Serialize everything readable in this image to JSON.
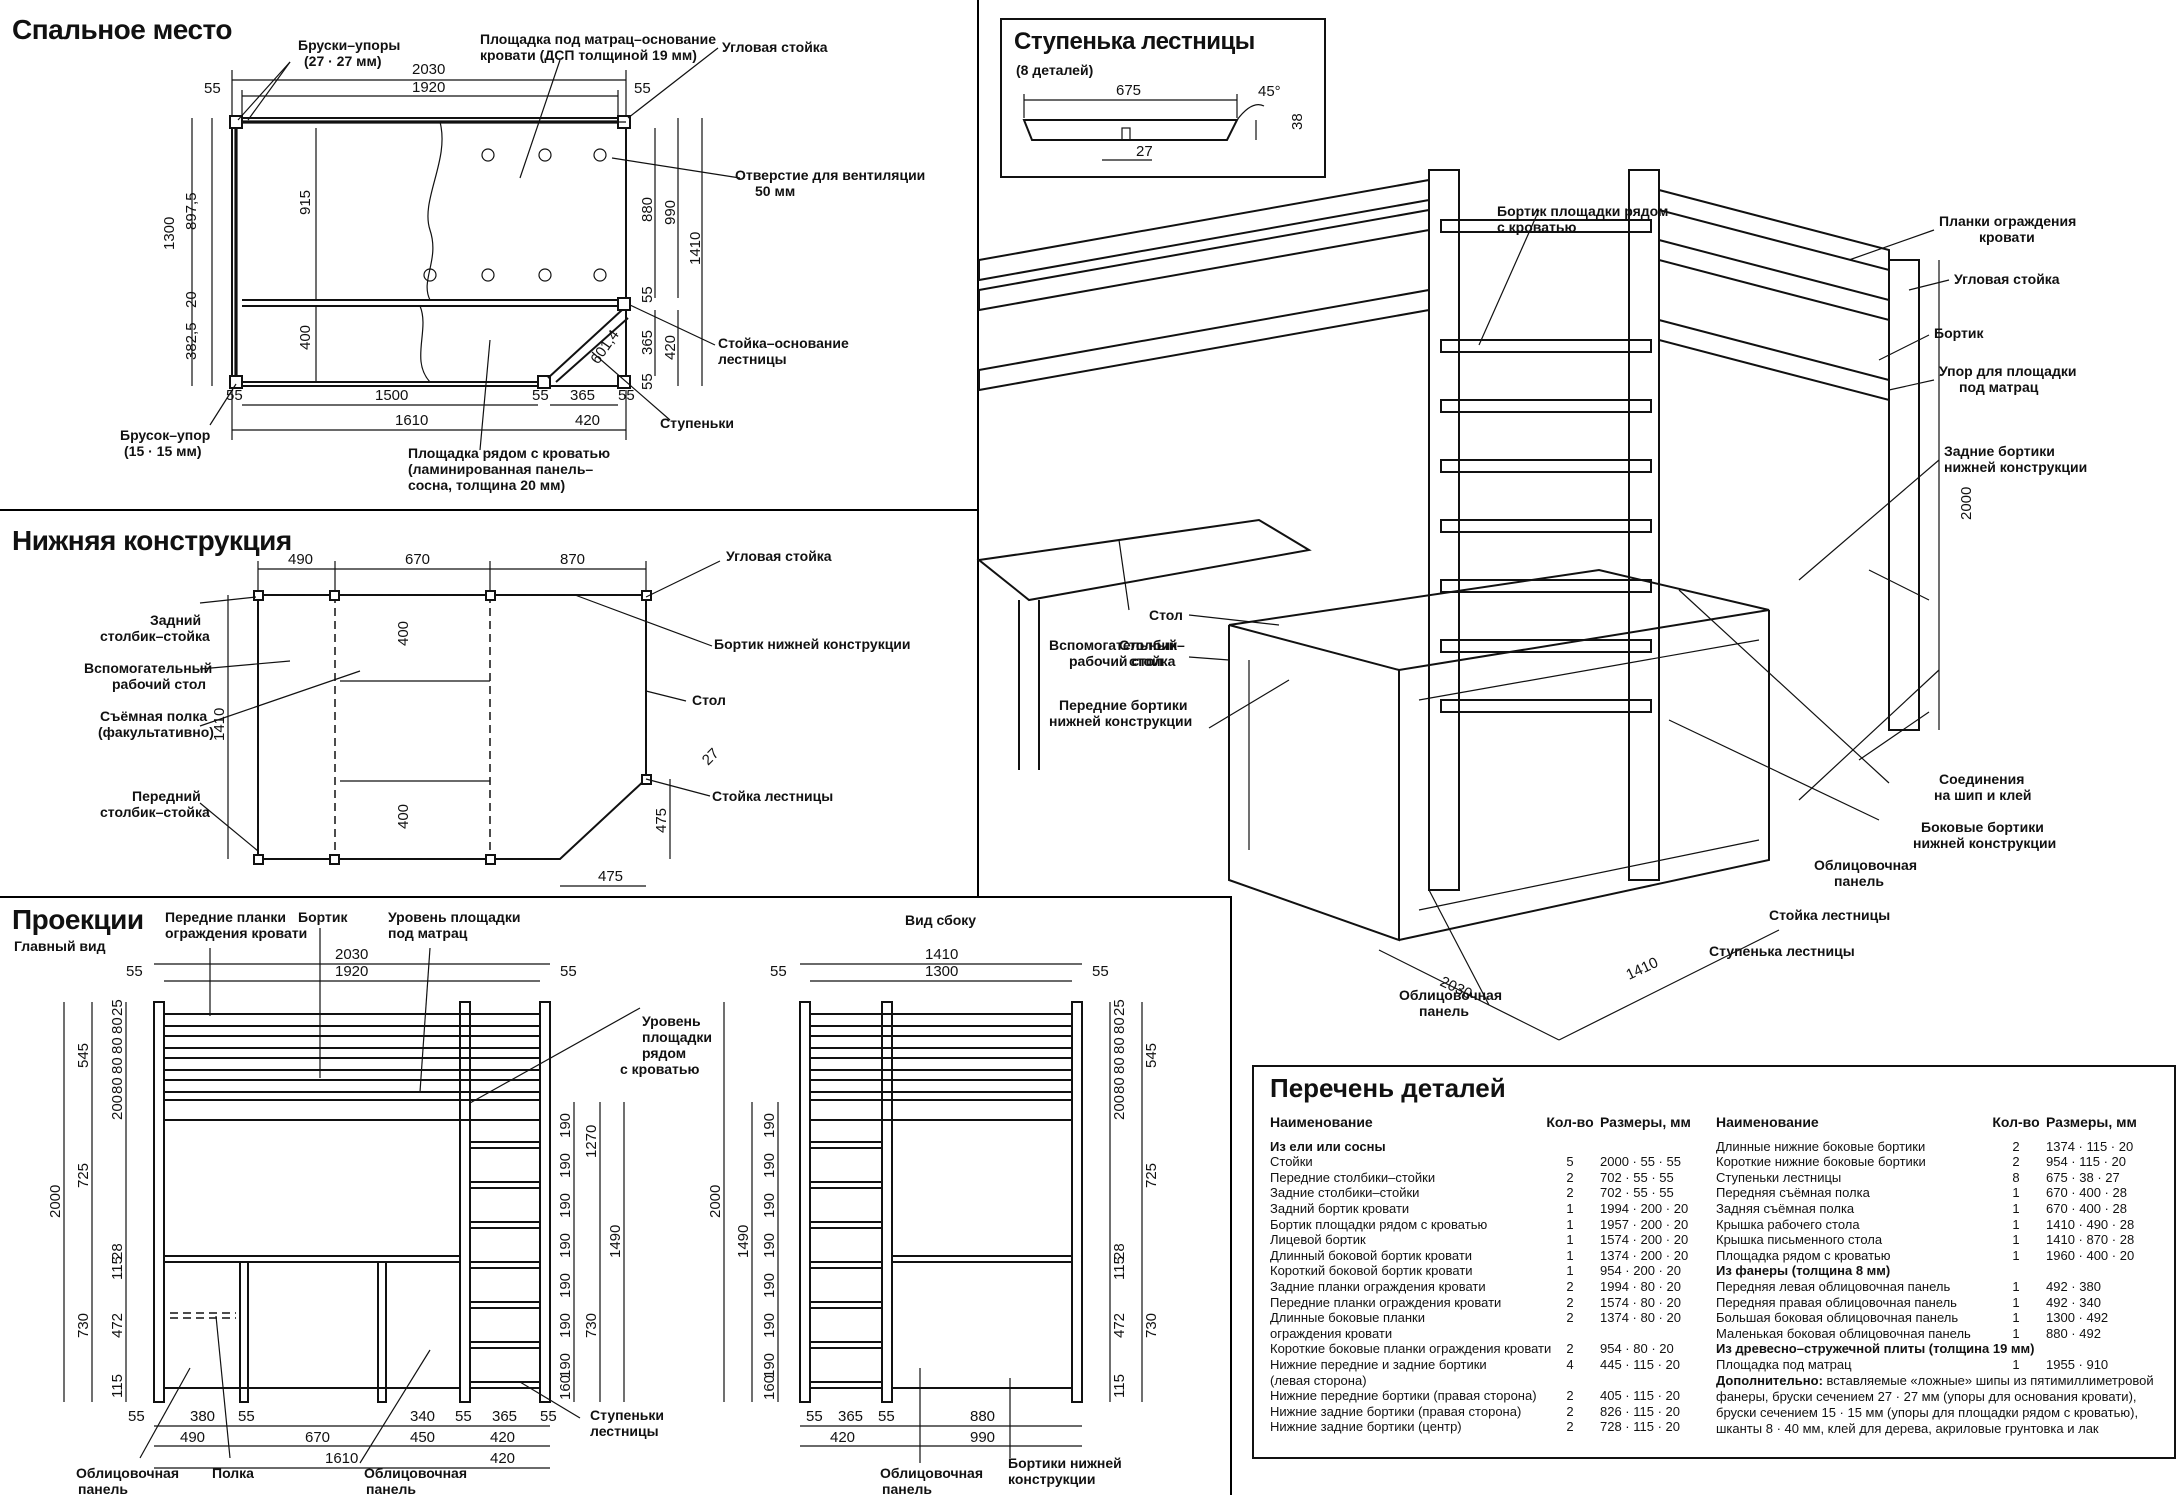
{
  "sleeping": {
    "title": "Спальное место",
    "labels": {
      "bars": "Бруски–упоры",
      "bars_size": "(27 · 27 мм)",
      "mattress": "Площадка под матрац–основание",
      "mattress2": "кровати (ДСП толщиной 19 мм)",
      "corner": "Угловая стойка",
      "vent": "Отверстие для вентиляции",
      "vent2": "50 мм",
      "ladder_base": "Стойка–основание",
      "ladder_base2": "лестницы",
      "steps": "Ступеньки",
      "bar_stop": "Брусок–упор",
      "bar_stop2": "(15 · 15 мм)",
      "platform": "Площадка рядом с кроватью",
      "platform2": "(ламинированная панель–",
      "platform3": "сосна, толщина 20 мм)"
    },
    "dims": {
      "d2030": "2030",
      "d1920": "1920",
      "d55a": "55",
      "d55b": "55",
      "d1500": "1500",
      "d1610": "1610",
      "d420": "420",
      "d365": "365",
      "d55c": "55",
      "d55d": "55",
      "d55e": "55",
      "d55f": "55",
      "d897": "897,5",
      "d20": "20",
      "d382": "382,5",
      "d1300": "1300",
      "d915": "915",
      "d400": "400",
      "d880": "880",
      "d990": "990",
      "d1410": "1410",
      "d365v": "365",
      "d420v": "420",
      "d601": "601,4",
      "d55v": "55",
      "d55v2": "55"
    }
  },
  "lower": {
    "title": "Нижняя конструкция",
    "labels": {
      "rear_post": "Задний",
      "rear_post2": "столбик–стойка",
      "aux_desk": "Вспомогательный",
      "aux_desk2": "рабочий стол",
      "shelf": "Съёмная полка",
      "shelf2": "(факультативно)",
      "front_post": "Передний",
      "front_post2": "столбик–стойка",
      "corner": "Угловая стойка",
      "side": "Бортик нижней конструкции",
      "table": "Стол",
      "ladder_post": "Стойка лестницы"
    },
    "dims": {
      "d490": "490",
      "d670": "670",
      "d870": "870",
      "d1410": "1410",
      "d400a": "400",
      "d400b": "400",
      "d27": "27",
      "d475a": "475",
      "d475b": "475"
    }
  },
  "step": {
    "title": "Ступенька лестницы",
    "subtitle": "(8 деталей)",
    "dims": {
      "d675": "675",
      "d45": "45°",
      "d38": "38",
      "d27": "27"
    }
  },
  "iso": {
    "labels": {
      "bed_side": "Бортик площадки рядом",
      "bed_side2": "с кроватью",
      "rails": "Планки ограждения",
      "rails2": "кровати",
      "corner": "Угловая стойка",
      "side": "Бортик",
      "stop": "Упор для площадки",
      "stop2": "под матрац",
      "rear_sides": "Задние бортики",
      "rear_sides2": "нижней конструкции",
      "aux": "Вспомогательный",
      "aux2": "рабочий стол",
      "table": "Стол",
      "post": "Столбик–",
      "post2": "стойка",
      "front": "Передние бортики",
      "front2": "нижней конструкции",
      "joint": "Соединения",
      "joint2": "на шип и клей",
      "side_lower": "Боковые бортики",
      "side_lower2": "нижней конструкции",
      "facing": "Облицовочная",
      "facing2": "панель",
      "ladder_post": "Стойка лестницы",
      "ladder_step": "Ступенька лестницы",
      "facing_b": "Облицовочная",
      "facing_b2": "панель"
    },
    "dims": {
      "d2000": "2000",
      "d2030": "2030",
      "d1410": "1410"
    }
  },
  "proj": {
    "title": "Проекции",
    "main_view": "Главный вид",
    "side_view": "Вид сбоку",
    "labels": {
      "front_rails": "Передние планки",
      "front_rails2": "ограждения кровати",
      "side": "Бортик",
      "level": "Уровень площадки",
      "level2": "под матрац",
      "level_b": "Уровень",
      "level_b2": "площадки",
      "level_b3": "рядом",
      "level_b4": "с кроватью",
      "facing": "Облицовочная",
      "facing2": "панель",
      "shelf": "Полка",
      "facing_b": "Облицовочная",
      "facing_b2": "панель",
      "steps": "Ступеньки",
      "steps2": "лестницы",
      "facing_c": "Облицовочная",
      "facing_c2": "панель",
      "lower_side": "Бортики нижней",
      "lower_side2": "конструкции"
    },
    "main_dims": {
      "d2030": "2030",
      "d1920": "1920",
      "d55a": "55",
      "d55b": "55",
      "d25": "25",
      "d545": "545",
      "d80a": "80",
      "d80b": "80",
      "d80c": "80",
      "d80d": "80",
      "d200": "200",
      "d725": "725",
      "d2000": "2000",
      "d28": "28",
      "d115a": "115",
      "d472": "472",
      "d730": "730",
      "d115b": "115",
      "d190a": "190",
      "d190b": "190",
      "d190c": "190",
      "d190d": "190",
      "d190e": "190",
      "d190f": "190",
      "d190g": "190",
      "d160": "160",
      "d1270": "1270",
      "d1490": "1490",
      "d730b": "730",
      "d380": "380",
      "d55c": "55",
      "d55d": "55",
      "d340": "340",
      "d55e": "55",
      "d365": "365",
      "d55f": "55",
      "d490": "490",
      "d670": "670",
      "d450": "450",
      "d420": "420",
      "d1610": "1610",
      "d420b": "420"
    },
    "side_dims": {
      "d1410": "1410",
      "d1300": "1300",
      "d55a": "55",
      "d55b": "55",
      "d25": "25",
      "d545": "545",
      "d80a": "80",
      "d80b": "80",
      "d80c": "80",
      "d80d": "80",
      "d200": "200",
      "d725": "725",
      "d28": "28",
      "d115a": "115",
      "d472": "472",
      "d730": "730",
      "d115b": "115",
      "d2000": "2000",
      "d1490": "1490",
      "d190a": "190",
      "d190b": "190",
      "d190c": "190",
      "d190d": "190",
      "d190e": "190",
      "d190f": "190",
      "d190g": "190",
      "d160": "160",
      "d55c": "55",
      "d365": "365",
      "d55d": "55",
      "d880": "880",
      "d420": "420",
      "d990": "990"
    }
  },
  "parts": {
    "title": "Перечень деталей",
    "headers": {
      "name": "Наименование",
      "qty": "Кол-во",
      "size": "Размеры, мм"
    },
    "left": [
      {
        "name": "Из ели или сосны",
        "qty": "",
        "size": "",
        "section": true
      },
      {
        "name": "Стойки",
        "qty": "5",
        "size": "2000 · 55 · 55"
      },
      {
        "name": "Передние столбики–стойки",
        "qty": "2",
        "size": "702 · 55 · 55"
      },
      {
        "name": "Задние столбики–стойки",
        "qty": "2",
        "size": "702 · 55 · 55"
      },
      {
        "name": "Задний бортик кровати",
        "qty": "1",
        "size": "1994 · 200 · 20"
      },
      {
        "name": "Бортик площадки рядом с кроватью",
        "qty": "1",
        "size": "1957 · 200 · 20"
      },
      {
        "name": "Лицевой бортик",
        "qty": "1",
        "size": "1574 · 200 · 20"
      },
      {
        "name": "Длинный боковой бортик кровати",
        "qty": "1",
        "size": "1374 · 200 · 20"
      },
      {
        "name": "Короткий боковой бортик кровати",
        "qty": "1",
        "size": "954 · 200 · 20"
      },
      {
        "name": "Задние планки ограждения кровати",
        "qty": "2",
        "size": "1994 · 80 · 20"
      },
      {
        "name": "Передние планки ограждения кровати",
        "qty": "2",
        "size": "1574 · 80 · 20"
      },
      {
        "name": "Длинные боковые планки",
        "qty": "2",
        "size": "1374 · 80 · 20"
      },
      {
        "name": "ограждения кровати",
        "qty": "",
        "size": ""
      },
      {
        "name": "Короткие боковые планки ограждения кровати",
        "qty": "2",
        "size": "954 · 80 · 20"
      },
      {
        "name": "Нижние передние и задние бортики",
        "qty": "4",
        "size": "445 · 115 · 20"
      },
      {
        "name": "(левая сторона)",
        "qty": "",
        "size": ""
      },
      {
        "name": "Нижние передние бортики (правая сторона)",
        "qty": "2",
        "size": "405 · 115 · 20"
      },
      {
        "name": "Нижние задние бортики (правая сторона)",
        "qty": "2",
        "size": "826 · 115 · 20"
      },
      {
        "name": "Нижние задние бортики (центр)",
        "qty": "2",
        "size": "728 · 115 · 20"
      }
    ],
    "right": [
      {
        "name": "Длинные нижние боковые бортики",
        "qty": "2",
        "size": "1374 · 115 · 20"
      },
      {
        "name": "Короткие нижние боковые бортики",
        "qty": "2",
        "size": "954 · 115 · 20"
      },
      {
        "name": "Ступеньки лестницы",
        "qty": "8",
        "size": "675 · 38 · 27"
      },
      {
        "name": "Передняя съёмная полка",
        "qty": "1",
        "size": "670 · 400 · 28"
      },
      {
        "name": "Задняя съёмная полка",
        "qty": "1",
        "size": "670 · 400 · 28"
      },
      {
        "name": "Крышка рабочего стола",
        "qty": "1",
        "size": "1410 · 490 · 28"
      },
      {
        "name": "Крышка письменного стола",
        "qty": "1",
        "size": "1410 · 870 · 28"
      },
      {
        "name": "Площадка рядом с кроватью",
        "qty": "1",
        "size": "1960 · 400 · 20"
      },
      {
        "name": "Из фанеры (толщина 8 мм)",
        "qty": "",
        "size": "",
        "section": true
      },
      {
        "name": "Передняя левая облицовочная панель",
        "qty": "1",
        "size": "492 · 380"
      },
      {
        "name": "Передняя правая облицовочная панель",
        "qty": "1",
        "size": "492 · 340"
      },
      {
        "name": "Большая боковая облицовочная панель",
        "qty": "1",
        "size": "1300 · 492"
      },
      {
        "name": "Маленькая боковая облицовочная панель",
        "qty": "1",
        "size": "880 · 492"
      },
      {
        "name": "Из древесно–стружечной плиты (толщина 19 мм)",
        "qty": "",
        "size": "",
        "section": true
      },
      {
        "name": "Площадка под матрац",
        "qty": "1",
        "size": "1955 · 910"
      }
    ],
    "extra_label": "Дополнительно:",
    "extra_text": "вставляемые «ложные» шипы из пятимиллиметровой фанеры, бруски сечением 27 · 27 мм (упоры для основания кровати), бруски сечением 15 · 15 мм (упоры для площадки рядом с кроватью), шканты 8 · 40 мм, клей для дерева, акриловые грунтовка и лак"
  }
}
